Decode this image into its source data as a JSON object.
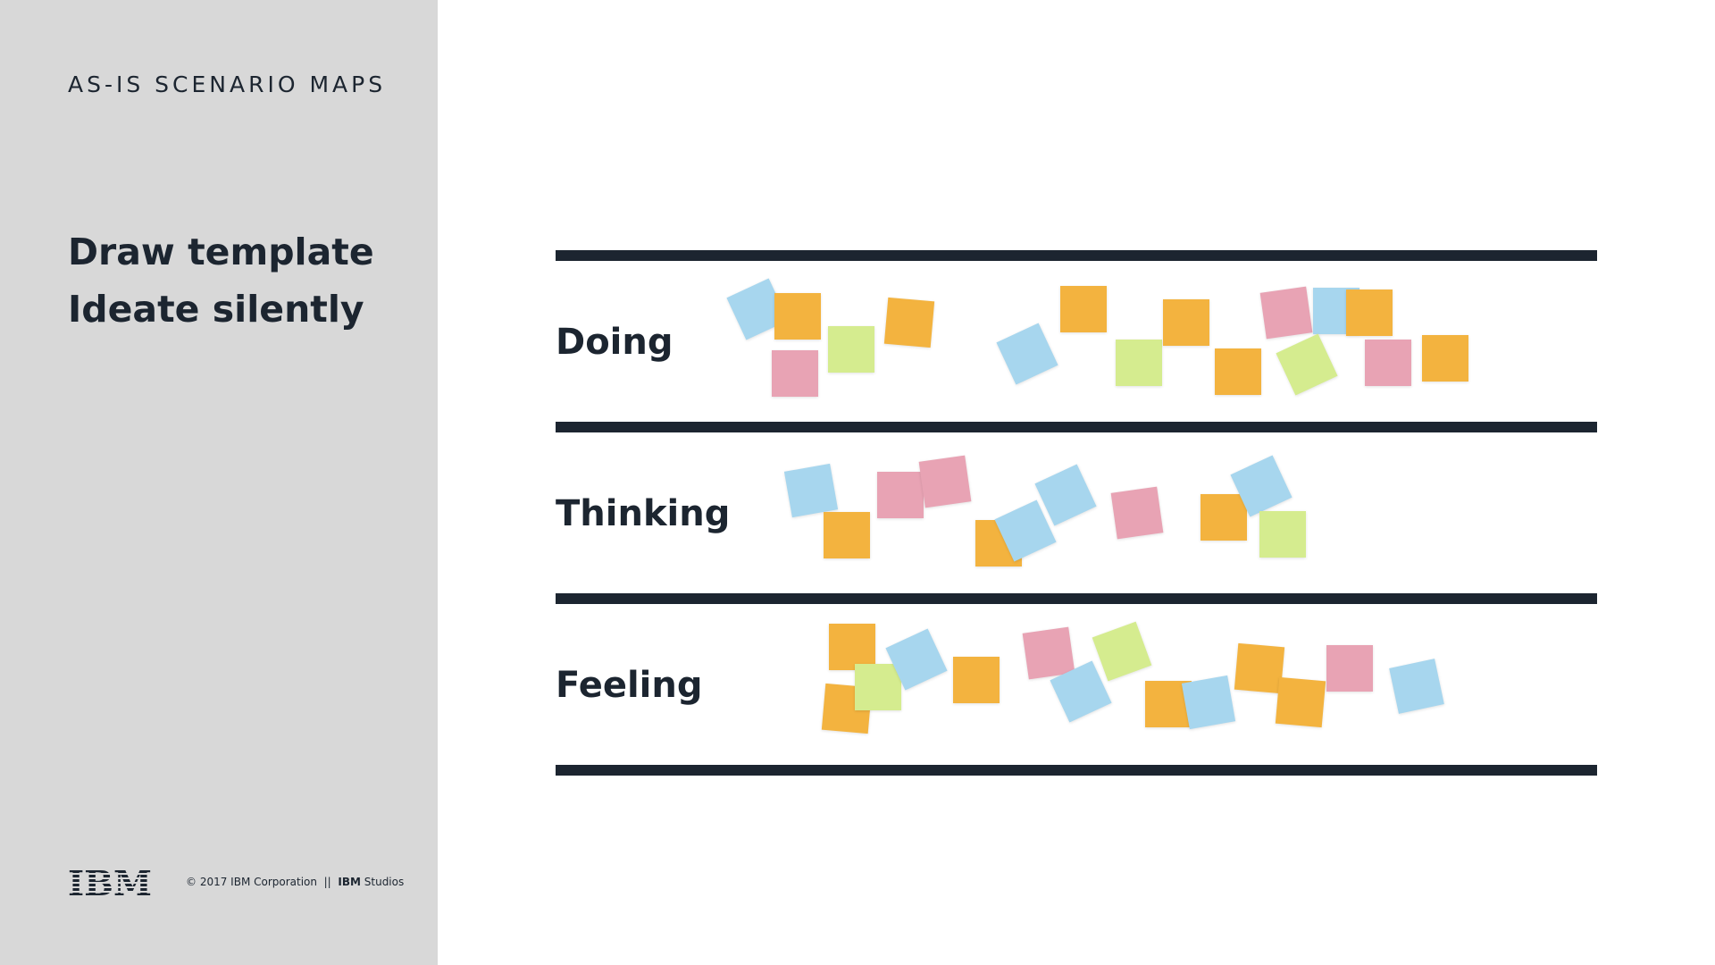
{
  "sidebar": {
    "section_label": "AS-IS SCENARIO MAPS",
    "steps": [
      "Draw template",
      "Ideate silently"
    ],
    "footer": {
      "logo_text": "IBM",
      "copyright": "© 2017 IBM Corporation",
      "separator": "||",
      "brand": "IBM",
      "studio": "Studios"
    }
  },
  "colors": {
    "sidebar_bg": "#d8d8d8",
    "ink": "#1c2530",
    "orange": "#f3b33f",
    "blue": "#a7d6ee",
    "pink": "#e8a3b4",
    "green": "#d5ec8f"
  },
  "board": {
    "rows": [
      {
        "label": "Doing",
        "notes": [
          "blue",
          "orange",
          "green",
          "orange",
          "pink",
          "blue",
          "orange",
          "green",
          "orange",
          "orange",
          "pink",
          "blue",
          "green",
          "orange",
          "pink",
          "orange"
        ]
      },
      {
        "label": "Thinking",
        "notes": [
          "blue",
          "orange",
          "pink",
          "pink",
          "orange",
          "blue",
          "blue",
          "pink",
          "orange",
          "blue",
          "green"
        ]
      },
      {
        "label": "Feeling",
        "notes": [
          "orange",
          "orange",
          "green",
          "blue",
          "orange",
          "pink",
          "blue",
          "green",
          "orange",
          "blue",
          "orange",
          "orange",
          "pink",
          "blue"
        ]
      }
    ]
  }
}
